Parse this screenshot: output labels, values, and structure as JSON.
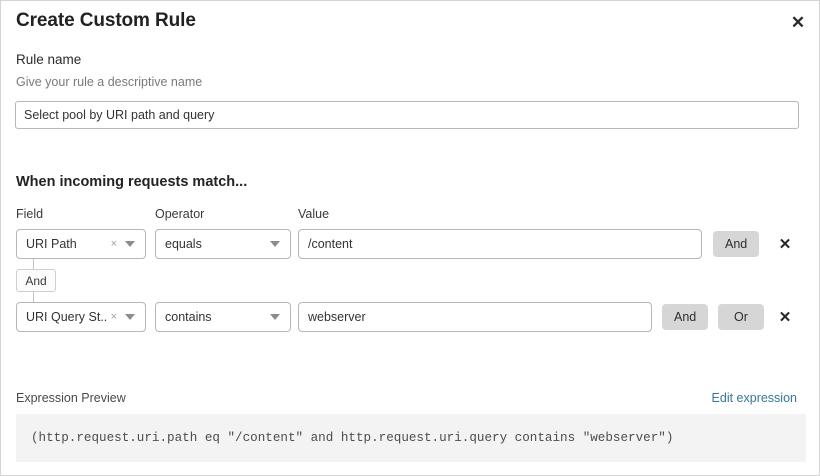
{
  "dialog": {
    "title": "Create Custom Rule",
    "close_icon": "close-icon"
  },
  "rule_name": {
    "label": "Rule name",
    "description": "Give your rule a descriptive name",
    "value": "Select pool by URI path and query",
    "placeholder": "Select pool by URI path and query"
  },
  "conditions": {
    "section_heading": "When incoming requests match...",
    "columns": {
      "field": "Field",
      "operator": "Operator",
      "value": "Value"
    },
    "connector_badge": "And",
    "rows": [
      {
        "field": "URI Path",
        "operator": "equals",
        "value": "/content",
        "clear_icon": "×",
        "buttons": [
          "And"
        ],
        "delete_icon": "✕"
      },
      {
        "field": "URI Query St...",
        "operator": "contains",
        "value": "webserver",
        "clear_icon": "×",
        "buttons": [
          "And",
          "Or"
        ],
        "delete_icon": "✕"
      }
    ]
  },
  "expression": {
    "label": "Expression Preview",
    "edit_link": "Edit expression",
    "code": "(http.request.uri.path eq \"/content\" and http.request.uri.query contains \"webserver\")"
  },
  "colors": {
    "link": "#3079a8",
    "button_gray": "#d6d6d6",
    "code_bg": "#f3f3f3",
    "border": "#b7b7b7"
  }
}
